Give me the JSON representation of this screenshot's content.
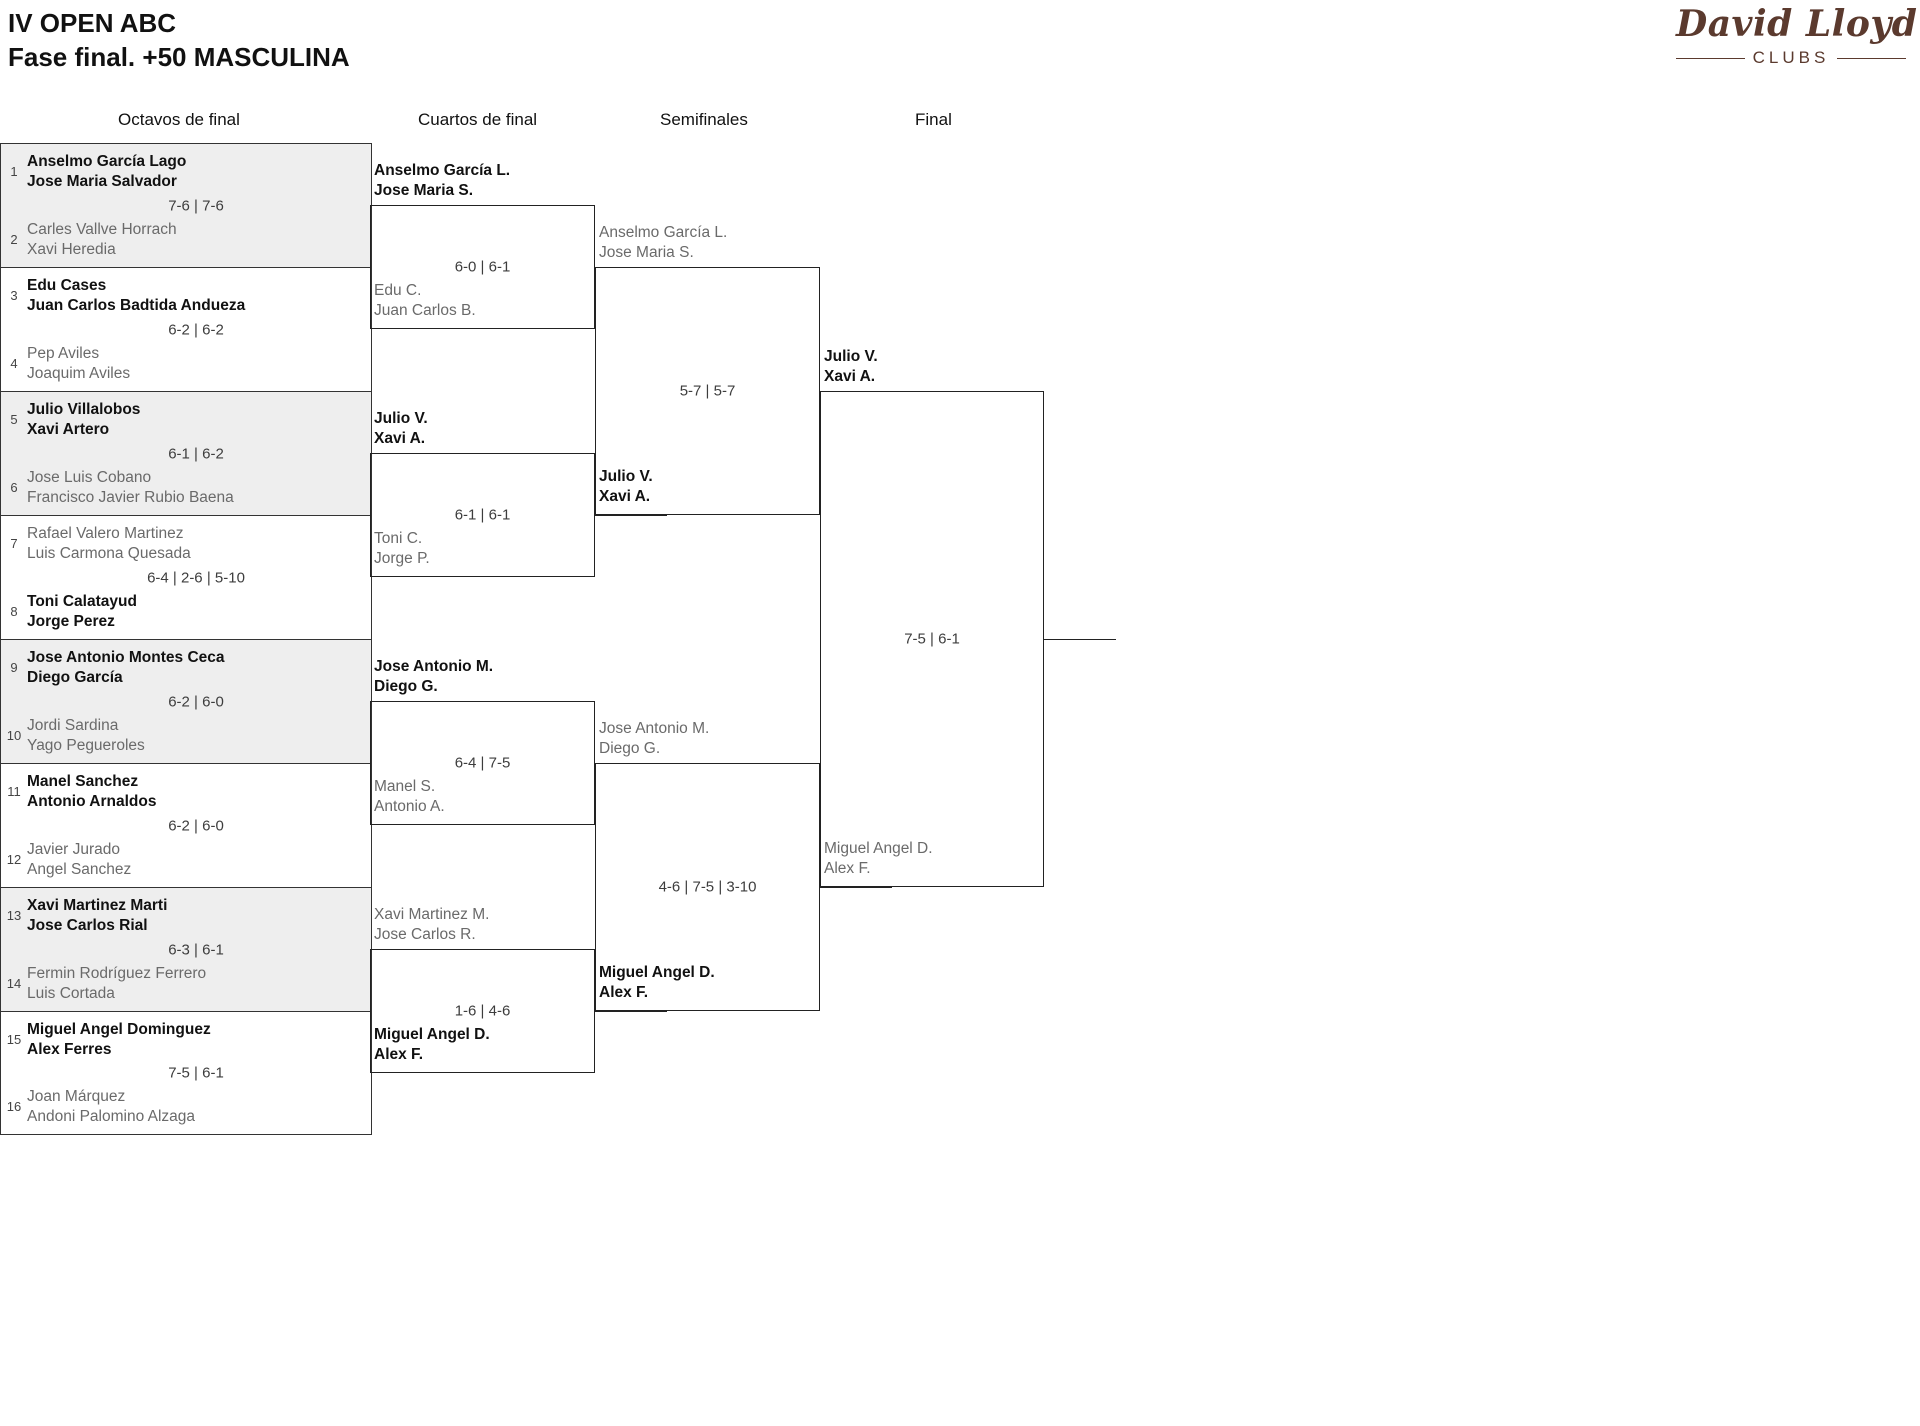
{
  "header": {
    "title_line1": "IV OPEN ABC",
    "title_line2": "Fase final. +50 MASCULINA",
    "logo_script": "David Lloyd",
    "logo_sub": "CLUBS",
    "logo_color": "#5b3a2e"
  },
  "rounds": [
    {
      "label": "Octavos de final"
    },
    {
      "label": "Cuartos de final"
    },
    {
      "label": "Semifinales"
    },
    {
      "label": "Final"
    }
  ],
  "round1": {
    "matches": [
      {
        "shaded": true,
        "score": "7-6 | 7-6",
        "top": {
          "seed": "1",
          "p1": "Anselmo García Lago",
          "p2": "Jose Maria Salvador",
          "winner": true
        },
        "bottom": {
          "seed": "2",
          "p1": "Carles Vallve Horrach",
          "p2": "Xavi Heredia",
          "winner": false
        }
      },
      {
        "shaded": false,
        "score": "6-2 | 6-2",
        "top": {
          "seed": "3",
          "p1": "Edu Cases",
          "p2": "Juan Carlos Badtida Andueza",
          "winner": true
        },
        "bottom": {
          "seed": "4",
          "p1": "Pep Aviles",
          "p2": "Joaquim Aviles",
          "winner": false
        }
      },
      {
        "shaded": true,
        "score": "6-1 | 6-2",
        "top": {
          "seed": "5",
          "p1": "Julio Villalobos",
          "p2": "Xavi Artero",
          "winner": true
        },
        "bottom": {
          "seed": "6",
          "p1": "Jose Luis Cobano",
          "p2": "Francisco Javier Rubio Baena",
          "winner": false
        }
      },
      {
        "shaded": false,
        "score": "6-4 | 2-6 | 5-10",
        "top": {
          "seed": "7",
          "p1": "Rafael Valero Martinez",
          "p2": "Luis Carmona Quesada",
          "winner": false
        },
        "bottom": {
          "seed": "8",
          "p1": "Toni Calatayud",
          "p2": "Jorge Perez",
          "winner": true
        }
      },
      {
        "shaded": true,
        "score": "6-2 | 6-0",
        "top": {
          "seed": "9",
          "p1": "Jose Antonio Montes Ceca",
          "p2": "Diego García",
          "winner": true
        },
        "bottom": {
          "seed": "10",
          "p1": "Jordi Sardina",
          "p2": "Yago Pegueroles",
          "winner": false
        }
      },
      {
        "shaded": false,
        "score": "6-2 | 6-0",
        "top": {
          "seed": "11",
          "p1": "Manel Sanchez",
          "p2": "Antonio Arnaldos",
          "winner": true
        },
        "bottom": {
          "seed": "12",
          "p1": "Javier Jurado",
          "p2": "Angel Sanchez",
          "winner": false
        }
      },
      {
        "shaded": true,
        "score": "6-3 | 6-1",
        "top": {
          "seed": "13",
          "p1": "Xavi Martinez Marti",
          "p2": "Jose Carlos Rial",
          "winner": true
        },
        "bottom": {
          "seed": "14",
          "p1": "Fermin Rodríguez Ferrero",
          "p2": "Luis Cortada",
          "winner": false
        }
      },
      {
        "shaded": false,
        "score": "7-5 | 6-1",
        "top": {
          "seed": "15",
          "p1": "Miguel Angel Dominguez",
          "p2": "Alex Ferres",
          "winner": true
        },
        "bottom": {
          "seed": "16",
          "p1": "Joan Márquez",
          "p2": "Andoni Palomino Alzaga",
          "winner": false
        }
      }
    ]
  },
  "round2": {
    "matches": [
      {
        "score": "6-0 | 6-1",
        "top": {
          "p1": "Anselmo García L.",
          "p2": "Jose Maria S.",
          "winner": true
        },
        "bottom": {
          "p1": "Edu C.",
          "p2": "Juan Carlos B.",
          "winner": false
        }
      },
      {
        "score": "6-1 | 6-1",
        "top": {
          "p1": "Julio V.",
          "p2": "Xavi A.",
          "winner": true
        },
        "bottom": {
          "p1": "Toni C.",
          "p2": "Jorge P.",
          "winner": false
        }
      },
      {
        "score": "6-4 | 7-5",
        "top": {
          "p1": "Jose Antonio M.",
          "p2": "Diego G.",
          "winner": true
        },
        "bottom": {
          "p1": "Manel S.",
          "p2": "Antonio A.",
          "winner": false
        }
      },
      {
        "score": "1-6 | 4-6",
        "top": {
          "p1": "Xavi Martinez M.",
          "p2": "Jose Carlos R.",
          "winner": false
        },
        "bottom": {
          "p1": "Miguel Angel D.",
          "p2": "Alex F.",
          "winner": true
        }
      }
    ]
  },
  "round3": {
    "matches": [
      {
        "score": "5-7 | 5-7",
        "top": {
          "p1": "Anselmo García L.",
          "p2": "Jose Maria S.",
          "winner": false
        },
        "bottom": {
          "p1": "Julio V.",
          "p2": "Xavi A.",
          "winner": true
        }
      },
      {
        "score": "4-6 | 7-5 | 3-10",
        "top": {
          "p1": "Jose Antonio M.",
          "p2": "Diego G.",
          "winner": false
        },
        "bottom": {
          "p1": "Miguel Angel D.",
          "p2": "Alex F.",
          "winner": true
        }
      }
    ]
  },
  "round4": {
    "matches": [
      {
        "score": "7-5 | 6-1",
        "top": {
          "p1": "Julio V.",
          "p2": "Xavi A.",
          "winner": true
        },
        "bottom": {
          "p1": "Miguel Angel D.",
          "p2": "Alex F.",
          "winner": false
        }
      }
    ]
  }
}
